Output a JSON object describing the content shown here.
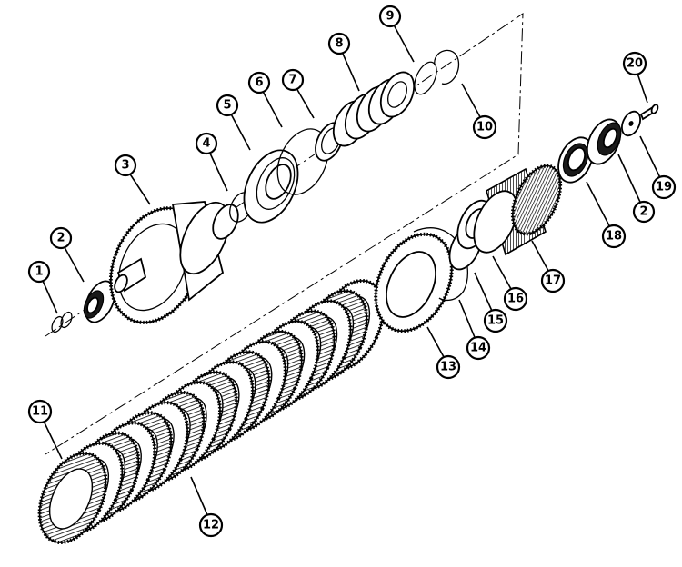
{
  "callouts": [
    {
      "id": 1,
      "label": "1"
    },
    {
      "id": 2,
      "label": "2"
    },
    {
      "id": 3,
      "label": "3"
    },
    {
      "id": 4,
      "label": "4"
    },
    {
      "id": 5,
      "label": "5"
    },
    {
      "id": 6,
      "label": "6"
    },
    {
      "id": 7,
      "label": "7"
    },
    {
      "id": 8,
      "label": "8"
    },
    {
      "id": 9,
      "label": "9"
    },
    {
      "id": 10,
      "label": "10"
    },
    {
      "id": 11,
      "label": "11"
    },
    {
      "id": 12,
      "label": "12"
    },
    {
      "id": 13,
      "label": "13"
    },
    {
      "id": 14,
      "label": "14"
    },
    {
      "id": 15,
      "label": "15"
    },
    {
      "id": 16,
      "label": "16"
    },
    {
      "id": 17,
      "label": "17"
    },
    {
      "id": 18,
      "label": "18"
    },
    {
      "id": 19,
      "label": "19"
    },
    {
      "id": 20,
      "label": "20"
    },
    {
      "id": 21,
      "label": "2"
    }
  ],
  "colors": {
    "ink": "#000000",
    "paper": "#ffffff"
  }
}
